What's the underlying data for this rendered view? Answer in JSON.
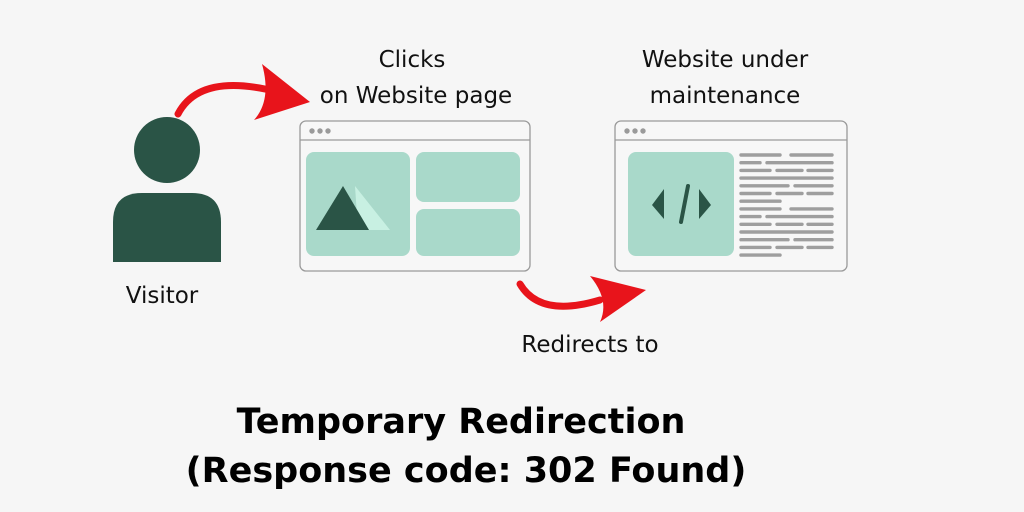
{
  "labels": {
    "clicks_line1": "Clicks",
    "clicks_line2": "on Website page",
    "maintenance_line1": "Website under",
    "maintenance_line2": "maintenance",
    "visitor": "Visitor",
    "redirects": "Redirects to"
  },
  "title": {
    "line1": "Temporary Redirection",
    "line2": "(Response code: 302 Found)"
  },
  "colors": {
    "arrow": "#e8141b",
    "dark_green": "#2a5446",
    "mint": "#a9d9ca",
    "light_mint": "#c8f0e2",
    "window_border": "#9a9a9a",
    "text_lines": "#9e9e9e"
  }
}
